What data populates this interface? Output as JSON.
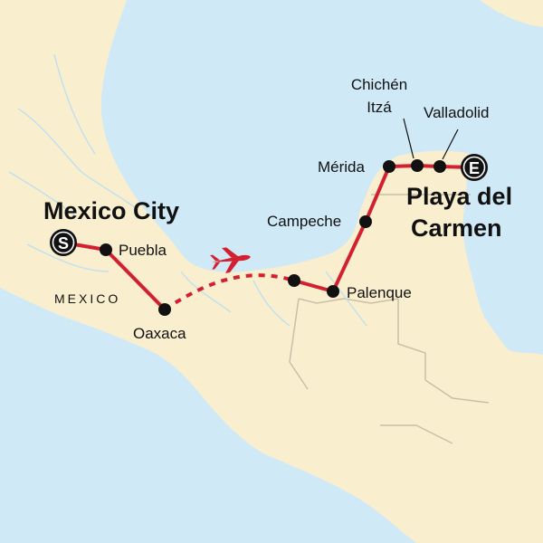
{
  "map": {
    "colors": {
      "sea": "#cfe9f7",
      "land": "#f9efcf",
      "border": "#c9bfa6",
      "river": "#bfe0ef",
      "route": "#d32030",
      "marker": "#111111"
    },
    "country_label": "MEXICO",
    "start_marker": {
      "letter": "S",
      "city": "Mexico City"
    },
    "end_marker": {
      "letter": "E",
      "city_line1": "Playa del",
      "city_line2": "Carmen"
    },
    "stops": {
      "puebla": "Puebla",
      "oaxaca": "Oaxaca",
      "palenque": "Palenque",
      "campeche": "Campeche",
      "merida": "Mérida",
      "chichen_line1": "Chichén",
      "chichen_line2": "Itzá",
      "valladolid": "Valladolid"
    },
    "flight_icon": "airplane-icon"
  }
}
